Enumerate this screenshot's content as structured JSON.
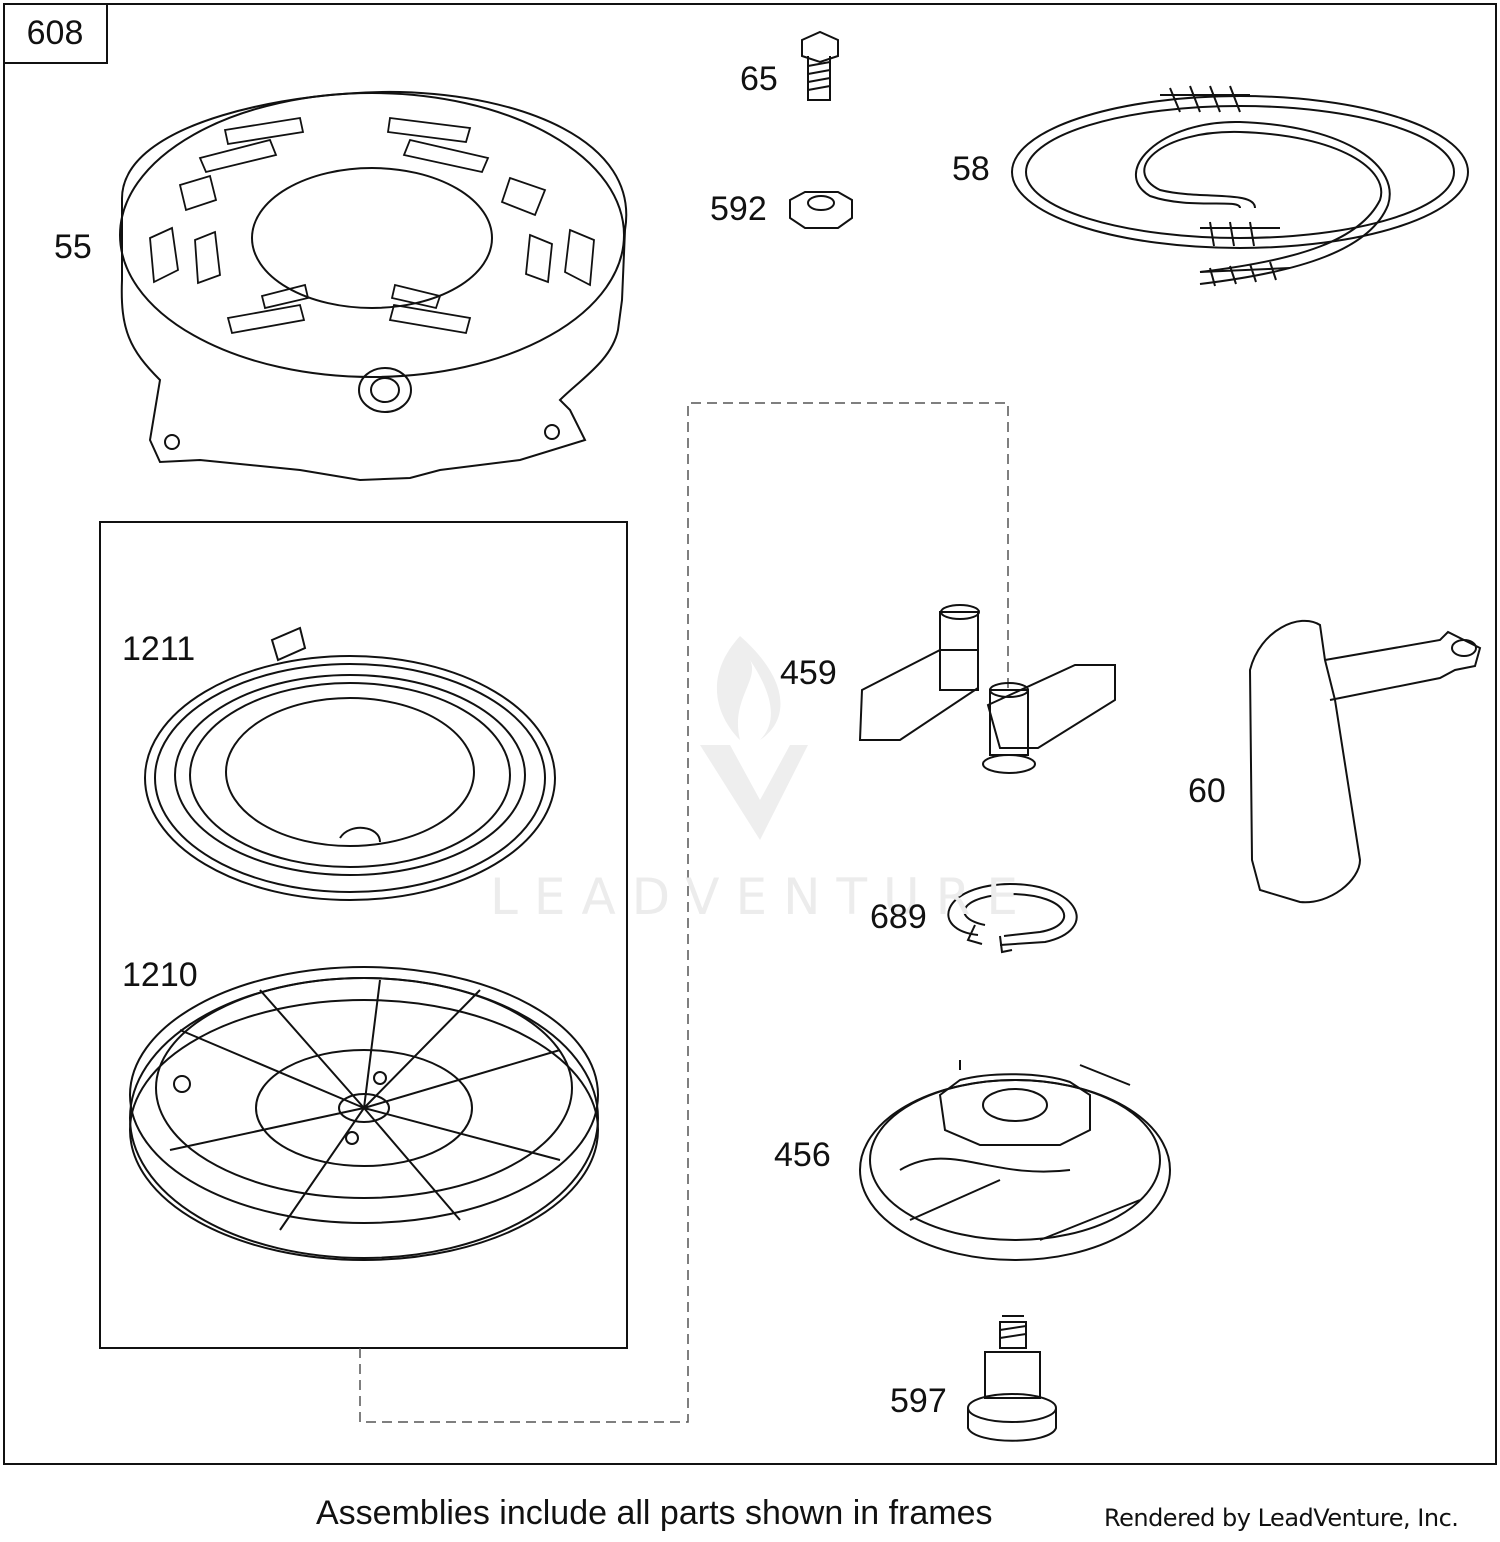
{
  "diagram": {
    "assembly_number": "608",
    "parts": [
      {
        "number": "55"
      },
      {
        "number": "65"
      },
      {
        "number": "592"
      },
      {
        "number": "58"
      },
      {
        "number": "1211"
      },
      {
        "number": "1210"
      },
      {
        "number": "459"
      },
      {
        "number": "60"
      },
      {
        "number": "689"
      },
      {
        "number": "456"
      },
      {
        "number": "597"
      }
    ],
    "footer_note": "Assemblies include all parts shown in frames",
    "rendered_by": "Rendered by LeadVenture, Inc.",
    "watermark": "LEADVENTURE"
  },
  "colors": {
    "line": "#111111",
    "watermark": "#ececec"
  }
}
